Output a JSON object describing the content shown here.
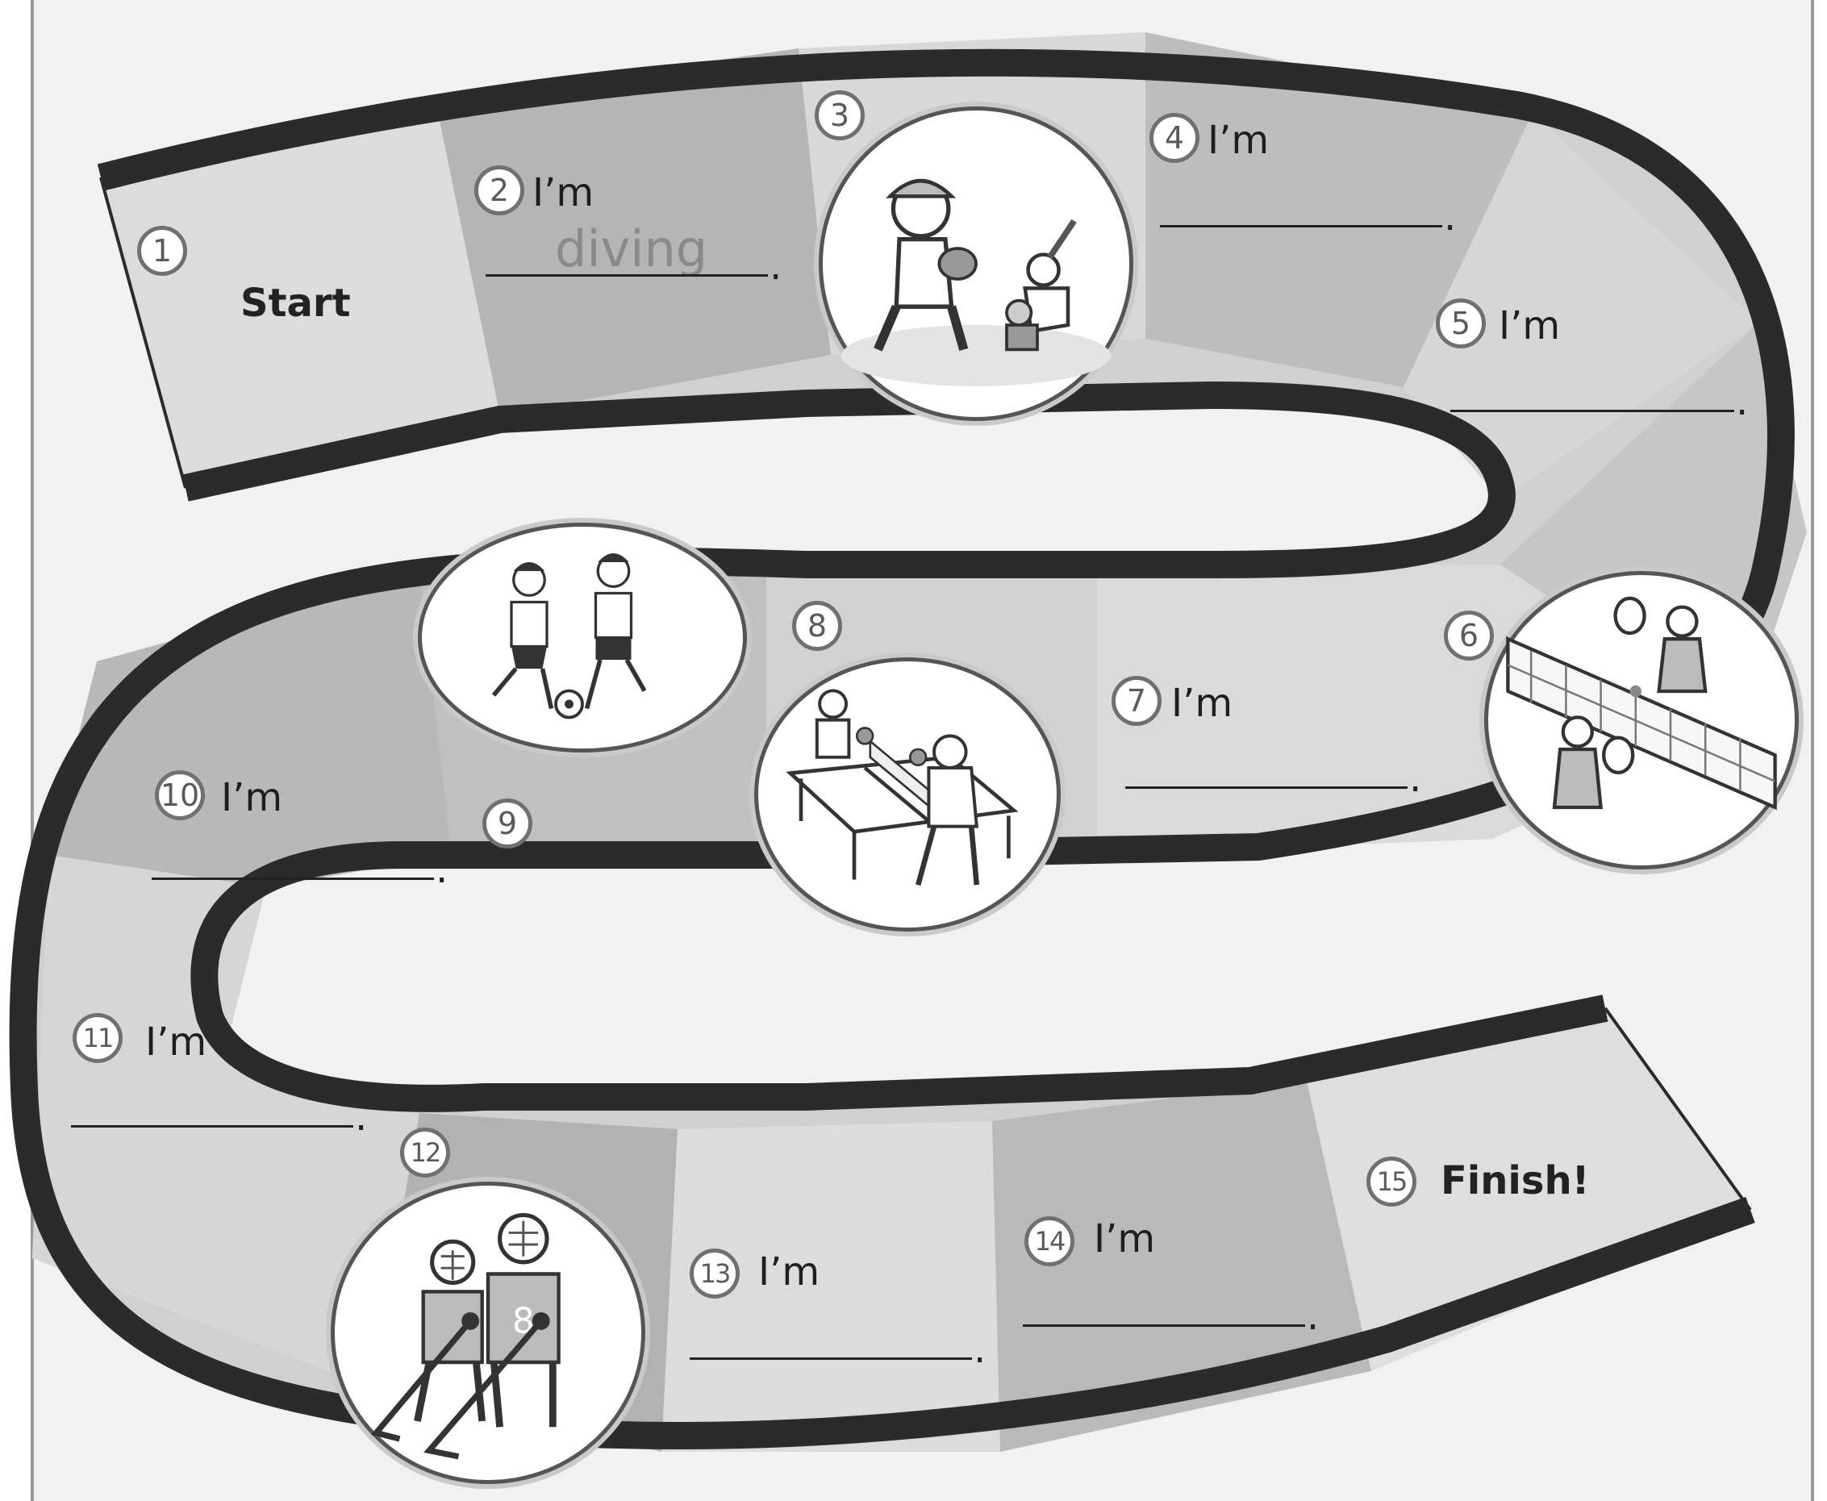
{
  "board": {
    "spaces": [
      {
        "number": "1",
        "label": "Start"
      },
      {
        "number": "2",
        "prefix": "I’m",
        "answer": "diving",
        "end": "."
      },
      {
        "number": "3",
        "picture": "baseball-icon"
      },
      {
        "number": "4",
        "prefix": "I’m",
        "end": "."
      },
      {
        "number": "5",
        "prefix": "I’m",
        "end": "."
      },
      {
        "number": "6",
        "picture": "tennis-icon"
      },
      {
        "number": "7",
        "prefix": "I’m",
        "end": "."
      },
      {
        "number": "8",
        "picture": "table-tennis-icon"
      },
      {
        "number": "9",
        "picture": "soccer-icon"
      },
      {
        "number": "10",
        "prefix": "I’m",
        "end": "."
      },
      {
        "number": "11",
        "prefix": "I’m",
        "end": "."
      },
      {
        "number": "12",
        "picture": "ice-hockey-icon"
      },
      {
        "number": "13",
        "prefix": "I’m",
        "end": "."
      },
      {
        "number": "14",
        "prefix": "I’m",
        "end": "."
      },
      {
        "number": "15",
        "label": "Finish!"
      }
    ],
    "jersey_number": "8",
    "colors": {
      "border": "#2b2b2b",
      "light_tile": "#dedede",
      "mid_tile": "#c4c4c4",
      "dark_tile": "#a8a8a8",
      "background": "#f0f0f0"
    }
  }
}
